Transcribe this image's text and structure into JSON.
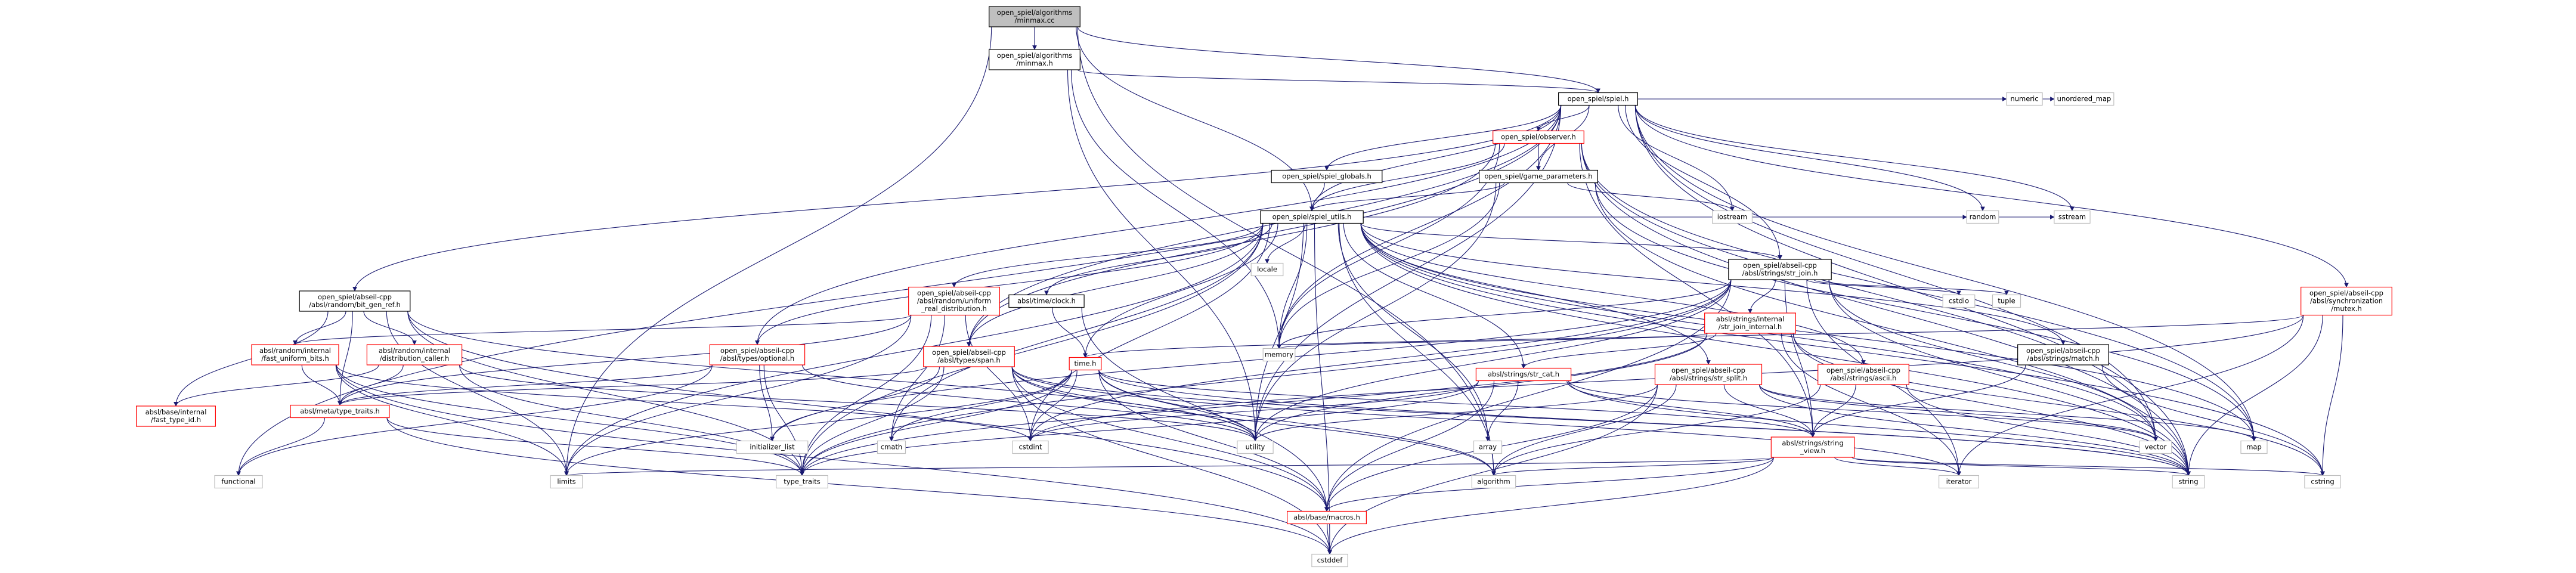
{
  "colors": {
    "root_fill": "#bfbfbf",
    "root_border": "#000000",
    "file_border": "#000000",
    "truncated_border": "#ff0000",
    "system_border": "#bfbfbf",
    "edge": "#191970",
    "background": "#ffffff"
  },
  "nodes": [
    {
      "id": "minmax_cc",
      "kind": "root",
      "lines": [
        "open_spiel/algorithms",
        "/minmax.cc"
      ]
    },
    {
      "id": "minmax_h",
      "kind": "file",
      "lines": [
        "open_spiel/algorithms",
        "/minmax.h"
      ]
    },
    {
      "id": "spiel_h",
      "kind": "file",
      "lines": [
        "open_spiel/spiel.h"
      ]
    },
    {
      "id": "numeric",
      "kind": "system",
      "lines": [
        "numeric"
      ]
    },
    {
      "id": "unordered_map",
      "kind": "system",
      "lines": [
        "unordered_map"
      ]
    },
    {
      "id": "observer_h",
      "kind": "truncated",
      "lines": [
        "open_spiel/observer.h"
      ]
    },
    {
      "id": "spiel_globals",
      "kind": "file",
      "lines": [
        "open_spiel/spiel_globals.h"
      ]
    },
    {
      "id": "game_params",
      "kind": "file",
      "lines": [
        "open_spiel/game_parameters.h"
      ]
    },
    {
      "id": "spiel_utils",
      "kind": "file",
      "lines": [
        "open_spiel/spiel_utils.h"
      ]
    },
    {
      "id": "iostream",
      "kind": "system",
      "lines": [
        "iostream"
      ]
    },
    {
      "id": "random",
      "kind": "system",
      "lines": [
        "random"
      ]
    },
    {
      "id": "sstream",
      "kind": "system",
      "lines": [
        "sstream"
      ]
    },
    {
      "id": "locale",
      "kind": "system",
      "lines": [
        "locale"
      ]
    },
    {
      "id": "bit_gen_ref",
      "kind": "file",
      "lines": [
        "open_spiel/abseil-cpp",
        "/absl/random/bit_gen_ref.h"
      ]
    },
    {
      "id": "uniform_real",
      "kind": "truncated",
      "lines": [
        "open_spiel/abseil-cpp",
        "/absl/random/uniform",
        "_real_distribution.h"
      ]
    },
    {
      "id": "clock_h",
      "kind": "file",
      "lines": [
        "absl/time/clock.h"
      ]
    },
    {
      "id": "str_join",
      "kind": "file",
      "lines": [
        "open_spiel/abseil-cpp",
        "/absl/strings/str_join.h"
      ]
    },
    {
      "id": "mutex_h",
      "kind": "truncated",
      "lines": [
        "open_spiel/abseil-cpp",
        "/absl/synchronization",
        "/mutex.h"
      ]
    },
    {
      "id": "cstdio",
      "kind": "system",
      "lines": [
        "cstdio"
      ]
    },
    {
      "id": "tuple",
      "kind": "system",
      "lines": [
        "tuple"
      ]
    },
    {
      "id": "str_join_internal",
      "kind": "truncated",
      "lines": [
        "absl/strings/internal",
        "/str_join_internal.h"
      ]
    },
    {
      "id": "fast_uniform",
      "kind": "truncated",
      "lines": [
        "absl/random/internal",
        "/fast_uniform_bits.h"
      ]
    },
    {
      "id": "dist_caller",
      "kind": "truncated",
      "lines": [
        "absl/random/internal",
        "/distribution_caller.h"
      ]
    },
    {
      "id": "optional_h",
      "kind": "truncated",
      "lines": [
        "open_spiel/abseil-cpp",
        "/absl/types/optional.h"
      ]
    },
    {
      "id": "span_h",
      "kind": "truncated",
      "lines": [
        "open_spiel/abseil-cpp",
        "/absl/types/span.h"
      ]
    },
    {
      "id": "time_h",
      "kind": "truncated",
      "lines": [
        "time.h"
      ]
    },
    {
      "id": "str_cat",
      "kind": "truncated",
      "lines": [
        "absl/strings/str_cat.h"
      ]
    },
    {
      "id": "str_split",
      "kind": "truncated",
      "lines": [
        "open_spiel/abseil-cpp",
        "/absl/strings/str_split.h"
      ]
    },
    {
      "id": "ascii_h",
      "kind": "truncated",
      "lines": [
        "open_spiel/abseil-cpp",
        "/absl/strings/ascii.h"
      ]
    },
    {
      "id": "match_h",
      "kind": "file",
      "lines": [
        "open_spiel/abseil-cpp",
        "/absl/strings/match.h"
      ]
    },
    {
      "id": "memory",
      "kind": "system",
      "lines": [
        "memory"
      ]
    },
    {
      "id": "fast_type_id",
      "kind": "truncated",
      "lines": [
        "absl/base/internal",
        "/fast_type_id.h"
      ]
    },
    {
      "id": "type_traits_h",
      "kind": "truncated",
      "lines": [
        "absl/meta/type_traits.h"
      ]
    },
    {
      "id": "initializer_list",
      "kind": "system",
      "lines": [
        "initializer_list"
      ]
    },
    {
      "id": "cmath",
      "kind": "system",
      "lines": [
        "cmath"
      ]
    },
    {
      "id": "cstdint",
      "kind": "system",
      "lines": [
        "cstdint"
      ]
    },
    {
      "id": "utility",
      "kind": "system",
      "lines": [
        "utility"
      ]
    },
    {
      "id": "array",
      "kind": "system",
      "lines": [
        "array"
      ]
    },
    {
      "id": "string_view",
      "kind": "truncated",
      "lines": [
        "absl/strings/string",
        "_view.h"
      ]
    },
    {
      "id": "vector",
      "kind": "system",
      "lines": [
        "vector"
      ]
    },
    {
      "id": "map",
      "kind": "system",
      "lines": [
        "map"
      ]
    },
    {
      "id": "functional",
      "kind": "system",
      "lines": [
        "functional"
      ]
    },
    {
      "id": "limits",
      "kind": "system",
      "lines": [
        "limits"
      ]
    },
    {
      "id": "type_traits",
      "kind": "system",
      "lines": [
        "type_traits"
      ]
    },
    {
      "id": "macros_h",
      "kind": "truncated",
      "lines": [
        "absl/base/macros.h"
      ]
    },
    {
      "id": "algorithm",
      "kind": "system",
      "lines": [
        "algorithm"
      ]
    },
    {
      "id": "iterator",
      "kind": "system",
      "lines": [
        "iterator"
      ]
    },
    {
      "id": "string",
      "kind": "system",
      "lines": [
        "string"
      ]
    },
    {
      "id": "cstring",
      "kind": "system",
      "lines": [
        "cstring"
      ]
    },
    {
      "id": "cstddef",
      "kind": "system",
      "lines": [
        "cstddef"
      ]
    }
  ],
  "edges": [
    [
      "minmax_cc",
      "minmax_h"
    ],
    [
      "minmax_cc",
      "spiel_h"
    ],
    [
      "minmax_cc",
      "spiel_utils"
    ],
    [
      "minmax_cc",
      "algorithm"
    ],
    [
      "minmax_cc",
      "limits"
    ],
    [
      "minmax_h",
      "spiel_h"
    ],
    [
      "minmax_h",
      "memory"
    ],
    [
      "minmax_h",
      "utility"
    ],
    [
      "spiel_h",
      "numeric"
    ],
    [
      "spiel_h",
      "unordered_map"
    ],
    [
      "spiel_h",
      "observer_h"
    ],
    [
      "spiel_h",
      "spiel_globals"
    ],
    [
      "spiel_h",
      "game_params"
    ],
    [
      "spiel_h",
      "spiel_utils"
    ],
    [
      "spiel_h",
      "iostream"
    ],
    [
      "spiel_h",
      "random"
    ],
    [
      "spiel_h",
      "sstream"
    ],
    [
      "spiel_h",
      "bit_gen_ref"
    ],
    [
      "spiel_h",
      "str_join"
    ],
    [
      "spiel_h",
      "mutex_h"
    ],
    [
      "spiel_h",
      "optional_h"
    ],
    [
      "spiel_h",
      "span_h"
    ],
    [
      "spiel_h",
      "memory"
    ],
    [
      "spiel_h",
      "utility"
    ],
    [
      "spiel_h",
      "vector"
    ],
    [
      "spiel_h",
      "map"
    ],
    [
      "spiel_h",
      "string"
    ],
    [
      "spiel_h",
      "functional"
    ],
    [
      "observer_h",
      "game_params"
    ],
    [
      "observer_h",
      "spiel_utils"
    ],
    [
      "observer_h",
      "span_h"
    ],
    [
      "observer_h",
      "memory"
    ],
    [
      "observer_h",
      "string_view"
    ],
    [
      "observer_h",
      "vector"
    ],
    [
      "observer_h",
      "string"
    ],
    [
      "observer_h",
      "map"
    ],
    [
      "spiel_globals",
      "spiel_utils"
    ],
    [
      "game_params",
      "spiel_utils"
    ],
    [
      "game_params",
      "iostream"
    ],
    [
      "game_params",
      "memory"
    ],
    [
      "game_params",
      "utility"
    ],
    [
      "game_params",
      "string"
    ],
    [
      "game_params",
      "map"
    ],
    [
      "spiel_utils",
      "locale"
    ],
    [
      "spiel_utils",
      "random"
    ],
    [
      "spiel_utils",
      "sstream"
    ],
    [
      "spiel_utils",
      "uniform_real"
    ],
    [
      "spiel_utils",
      "clock_h"
    ],
    [
      "spiel_utils",
      "str_join"
    ],
    [
      "spiel_utils",
      "str_cat"
    ],
    [
      "spiel_utils",
      "str_split"
    ],
    [
      "spiel_utils",
      "ascii_h"
    ],
    [
      "spiel_utils",
      "match_h"
    ],
    [
      "spiel_utils",
      "optional_h"
    ],
    [
      "spiel_utils",
      "span_h"
    ],
    [
      "spiel_utils",
      "time_h"
    ],
    [
      "spiel_utils",
      "memory"
    ],
    [
      "spiel_utils",
      "cmath"
    ],
    [
      "spiel_utils",
      "cstdint"
    ],
    [
      "spiel_utils",
      "utility"
    ],
    [
      "spiel_utils",
      "array"
    ],
    [
      "spiel_utils",
      "vector"
    ],
    [
      "spiel_utils",
      "algorithm"
    ],
    [
      "spiel_utils",
      "cstddef"
    ],
    [
      "spiel_utils",
      "type_traits"
    ],
    [
      "spiel_utils",
      "string"
    ],
    [
      "spiel_utils",
      "cstring"
    ],
    [
      "spiel_utils",
      "limits"
    ],
    [
      "spiel_utils",
      "map"
    ],
    [
      "str_join",
      "cstdio"
    ],
    [
      "str_join",
      "tuple"
    ],
    [
      "str_join",
      "str_join_internal"
    ],
    [
      "str_join",
      "macros_h"
    ],
    [
      "str_join",
      "string_view"
    ],
    [
      "str_join",
      "memory"
    ],
    [
      "str_join",
      "cstdint"
    ],
    [
      "str_join",
      "initializer_list"
    ],
    [
      "str_join",
      "type_traits"
    ],
    [
      "str_join",
      "utility"
    ],
    [
      "str_join",
      "iterator"
    ],
    [
      "str_join",
      "string"
    ],
    [
      "str_join",
      "vector"
    ],
    [
      "str_join_internal",
      "str_cat"
    ],
    [
      "str_join_internal",
      "memory"
    ],
    [
      "str_join_internal",
      "utility"
    ],
    [
      "str_join_internal",
      "iterator"
    ],
    [
      "str_join_internal",
      "cstring"
    ],
    [
      "str_join_internal",
      "type_traits"
    ],
    [
      "str_join_internal",
      "string"
    ],
    [
      "mutex_h",
      "time_h"
    ],
    [
      "mutex_h",
      "cstdint"
    ],
    [
      "mutex_h",
      "string"
    ],
    [
      "mutex_h",
      "cstring"
    ],
    [
      "mutex_h",
      "iterator"
    ],
    [
      "bit_gen_ref",
      "fast_uniform"
    ],
    [
      "bit_gen_ref",
      "dist_caller"
    ],
    [
      "bit_gen_ref",
      "type_traits_h"
    ],
    [
      "bit_gen_ref",
      "fast_type_id"
    ],
    [
      "bit_gen_ref",
      "macros_h"
    ],
    [
      "bit_gen_ref",
      "limits"
    ],
    [
      "bit_gen_ref",
      "type_traits"
    ],
    [
      "bit_gen_ref",
      "utility"
    ],
    [
      "uniform_real",
      "fast_uniform"
    ],
    [
      "uniform_real",
      "type_traits_h"
    ],
    [
      "uniform_real",
      "cmath"
    ],
    [
      "uniform_real",
      "cstdint"
    ],
    [
      "uniform_real",
      "limits"
    ],
    [
      "uniform_real",
      "type_traits"
    ],
    [
      "fast_uniform",
      "type_traits_h"
    ],
    [
      "fast_uniform",
      "cstddef"
    ],
    [
      "fast_uniform",
      "limits"
    ],
    [
      "fast_uniform",
      "type_traits"
    ],
    [
      "fast_uniform",
      "cstdint"
    ],
    [
      "dist_caller",
      "fast_type_id"
    ],
    [
      "dist_caller",
      "type_traits_h"
    ],
    [
      "dist_caller",
      "utility"
    ],
    [
      "dist_caller",
      "type_traits"
    ],
    [
      "optional_h",
      "type_traits_h"
    ],
    [
      "optional_h",
      "functional"
    ],
    [
      "optional_h",
      "initializer_list"
    ],
    [
      "optional_h",
      "type_traits"
    ],
    [
      "optional_h",
      "utility"
    ],
    [
      "span_h",
      "macros_h"
    ],
    [
      "span_h",
      "type_traits_h"
    ],
    [
      "span_h",
      "algorithm"
    ],
    [
      "span_h",
      "cstddef"
    ],
    [
      "span_h",
      "initializer_list"
    ],
    [
      "span_h",
      "iterator"
    ],
    [
      "span_h",
      "type_traits"
    ],
    [
      "span_h",
      "utility"
    ],
    [
      "span_h",
      "string"
    ],
    [
      "clock_h",
      "time_h"
    ],
    [
      "clock_h",
      "macros_h"
    ],
    [
      "time_h",
      "cmath"
    ],
    [
      "time_h",
      "cstdint"
    ],
    [
      "time_h",
      "limits"
    ],
    [
      "time_h",
      "string"
    ],
    [
      "time_h",
      "type_traits"
    ],
    [
      "time_h",
      "utility"
    ],
    [
      "time_h",
      "macros_h"
    ],
    [
      "time_h",
      "string_view"
    ],
    [
      "time_h",
      "algorithm"
    ],
    [
      "str_cat",
      "array"
    ],
    [
      "str_cat",
      "cstdint"
    ],
    [
      "str_cat",
      "string"
    ],
    [
      "str_cat",
      "type_traits"
    ],
    [
      "str_cat",
      "vector"
    ],
    [
      "str_cat",
      "macros_h"
    ],
    [
      "str_cat",
      "string_view"
    ],
    [
      "str_split",
      "algorithm"
    ],
    [
      "str_split",
      "cstddef"
    ],
    [
      "str_split",
      "map"
    ],
    [
      "str_split",
      "utility"
    ],
    [
      "str_split",
      "vector"
    ],
    [
      "str_split",
      "string_view"
    ],
    [
      "str_split",
      "macros_h"
    ],
    [
      "str_split",
      "string"
    ],
    [
      "ascii_h",
      "algorithm"
    ],
    [
      "ascii_h",
      "string"
    ],
    [
      "ascii_h",
      "string_view"
    ],
    [
      "match_h",
      "cstring"
    ],
    [
      "match_h",
      "string_view"
    ],
    [
      "string_view",
      "algorithm"
    ],
    [
      "string_view",
      "cstddef"
    ],
    [
      "string_view",
      "cstring"
    ],
    [
      "string_view",
      "iterator"
    ],
    [
      "string_view",
      "limits"
    ],
    [
      "string_view",
      "string"
    ],
    [
      "string_view",
      "macros_h"
    ],
    [
      "type_traits_h",
      "cstddef"
    ],
    [
      "type_traits_h",
      "functional"
    ],
    [
      "type_traits_h",
      "type_traits"
    ],
    [
      "macros_h",
      "cstddef"
    ]
  ]
}
